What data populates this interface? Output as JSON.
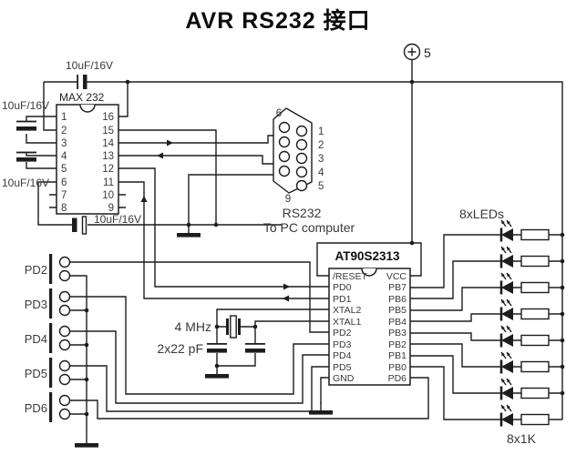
{
  "title": "AVR RS232 接口",
  "colors": {
    "background": "#ffffff",
    "ink": "#1d1d1d"
  },
  "power": {
    "label": "5"
  },
  "max232": {
    "label": "MAX 232",
    "left_pins": [
      "1",
      "2",
      "3",
      "4",
      "5",
      "6",
      "7",
      "8"
    ],
    "right_pins": [
      "16",
      "15",
      "14",
      "13",
      "12",
      "11",
      "10",
      "9"
    ],
    "cap_top": "10uF/16V",
    "cap_left_upper": "10uF/16V",
    "cap_left_lower": "10uF/16V",
    "cap_bottom": "10uF/16V"
  },
  "db9": {
    "title": "RS232",
    "subtitle": "To PC computer",
    "pin_top_left": "6",
    "pin_bottom_left": "9",
    "right_pins": [
      "1",
      "2",
      "3",
      "4",
      "5"
    ]
  },
  "mcu": {
    "label": "AT90S2313",
    "left_pins": [
      "/RESET",
      "PD0",
      "PD1",
      "XTAL2",
      "XTAL1",
      "PD2",
      "PD3",
      "PD4",
      "PD5",
      "GND"
    ],
    "right_pins": [
      "VCC",
      "PB7",
      "PB6",
      "PB5",
      "PB4",
      "PB3",
      "PB2",
      "PB1",
      "PB0",
      "PD6"
    ]
  },
  "crystal": {
    "frequency": "4 MHz",
    "caps": "2x22 pF"
  },
  "port_connectors": [
    "PD2",
    "PD3",
    "PD4",
    "PD5",
    "PD6"
  ],
  "led_bank": {
    "label": "8xLEDs",
    "resistor_label": "8x1K"
  }
}
